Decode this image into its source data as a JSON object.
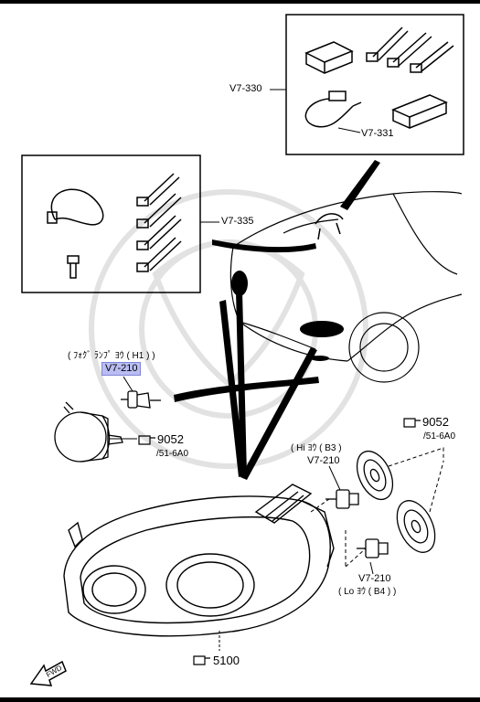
{
  "labels": {
    "kit_330": "V7-330",
    "kit_331": "V7-331",
    "kit_335": "V7-335",
    "fog_caption": "( ﾌｫｸﾞ ﾗﾝﾌﾟ ﾖｳ ( H1 ) )",
    "fog_part": "V7-210",
    "ref_9052_left": "9052",
    "ref_9052_left_sub": "/51-6A0",
    "ref_9052_right": "9052",
    "ref_9052_right_sub": "/51-6A0",
    "hi_caption": "( Hi ﾖｳ ( B3 )",
    "hi_part": "V7-210",
    "lo_part": "V7-210",
    "lo_caption": "( Lo ﾖｳ ( B4 ) )",
    "headlamp_ref": "5100",
    "fwd": "FWD"
  },
  "colors": {
    "line": "#000000",
    "highlight": "#b9bdf2",
    "watermark": "#e6e6e6"
  }
}
